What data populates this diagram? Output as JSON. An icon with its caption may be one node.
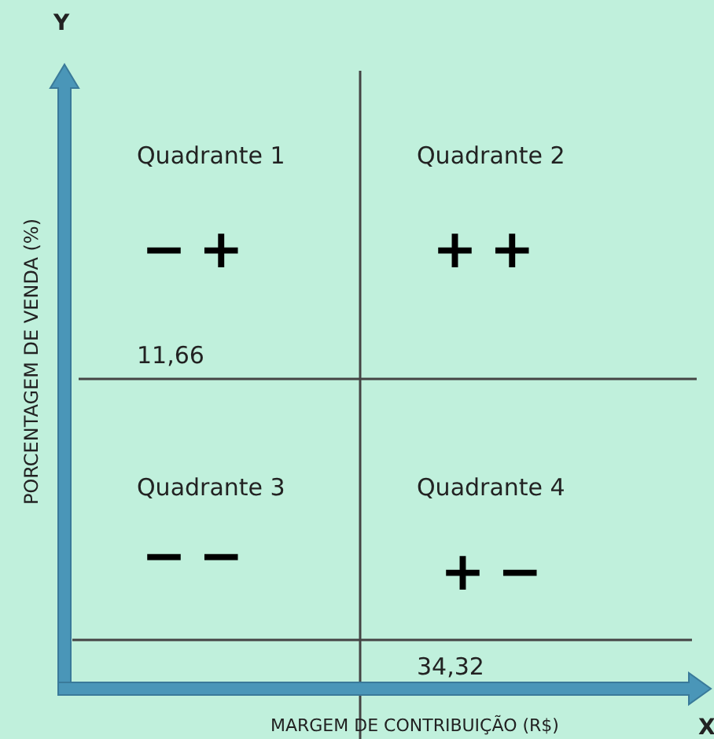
{
  "diagram": {
    "labels": [
      "Y",
      "Quadrante 1",
      "Quadrante 2",
      "− +",
      "+ +",
      "11,66",
      "PORCENTAGEM DE VENDA (%)",
      "Quadrante 3",
      "Quadrante 4",
      "− −",
      "+ −",
      "34,32",
      "MARGEM DE CONTRIBUIÇÃO (R$)",
      "X"
    ]
  }
}
